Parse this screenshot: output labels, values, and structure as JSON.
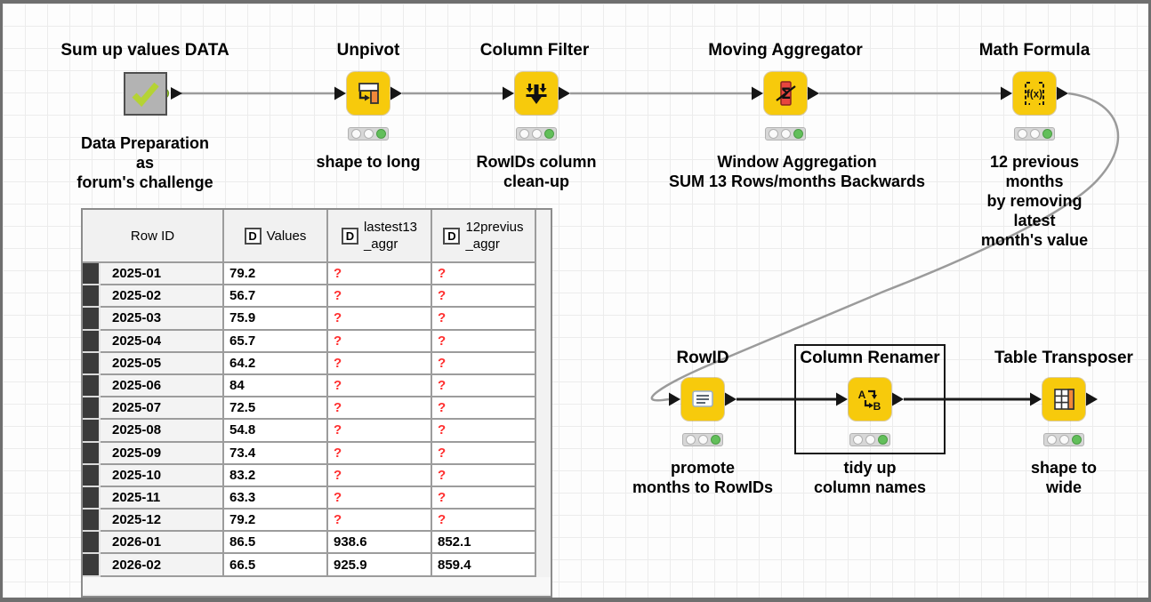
{
  "workflow": {
    "nodes": [
      {
        "title": "Sum up values DATA",
        "label": "Data Preparation\nas\nforum's challenge",
        "type": "metanode",
        "status": "executed"
      },
      {
        "title": "Unpivot",
        "label": "shape to long",
        "type": "node",
        "status": "executed"
      },
      {
        "title": "Column Filter",
        "label": "RowIDs column\nclean-up",
        "type": "node",
        "status": "executed"
      },
      {
        "title": "Moving Aggregator",
        "label": "Window Aggregation\nSUM 13 Rows/months  Backwards",
        "type": "node",
        "status": "executed"
      },
      {
        "title": "Math Formula",
        "label": "12 previous months\nby removing latest\nmonth's value",
        "type": "node",
        "status": "executed"
      },
      {
        "title": "RowID",
        "label": "promote\nmonths to RowIDs",
        "type": "node",
        "status": "executed"
      },
      {
        "title": "Column Renamer",
        "label": "tidy up\ncolumn names",
        "type": "node",
        "status": "executed",
        "selected": true
      },
      {
        "title": "Table Transposer",
        "label": "shape to wide",
        "type": "node",
        "status": "executed"
      }
    ],
    "icon_glyphs": {
      "sigma": "Σ",
      "fx": "f(x)",
      "a": "A",
      "b": "B"
    }
  },
  "table": {
    "columns": [
      {
        "label": "Row ID",
        "type_icon": ""
      },
      {
        "label": "Values",
        "type_icon": "D"
      },
      {
        "label": "lastest13\n_aggr",
        "type_icon": "D"
      },
      {
        "label": "12previus\n_aggr",
        "type_icon": "D"
      }
    ],
    "rows": [
      [
        "2025-01",
        "79.2",
        "?",
        "?"
      ],
      [
        "2025-02",
        "56.7",
        "?",
        "?"
      ],
      [
        "2025-03",
        "75.9",
        "?",
        "?"
      ],
      [
        "2025-04",
        "65.7",
        "?",
        "?"
      ],
      [
        "2025-05",
        "64.2",
        "?",
        "?"
      ],
      [
        "2025-06",
        "84",
        "?",
        "?"
      ],
      [
        "2025-07",
        "72.5",
        "?",
        "?"
      ],
      [
        "2025-08",
        "54.8",
        "?",
        "?"
      ],
      [
        "2025-09",
        "73.4",
        "?",
        "?"
      ],
      [
        "2025-10",
        "83.2",
        "?",
        "?"
      ],
      [
        "2025-11",
        "63.3",
        "?",
        "?"
      ],
      [
        "2025-12",
        "79.2",
        "?",
        "?"
      ],
      [
        "2026-01",
        "86.5",
        "938.6",
        "852.1"
      ],
      [
        "2026-02",
        "66.5",
        "925.9",
        "859.4"
      ]
    ],
    "missing_value_symbol": "?"
  },
  "colors": {
    "node_yellow": "#f7ca0c",
    "status_green": "#62bf5a",
    "missing_red": "#ff2f2f",
    "wire_gray": "#9b9b9b",
    "wire_dark": "#1c1c1c",
    "metanode_gray": "#b3b3b3",
    "check_lime": "#b5d334",
    "icon_orange": "#f0883a"
  }
}
